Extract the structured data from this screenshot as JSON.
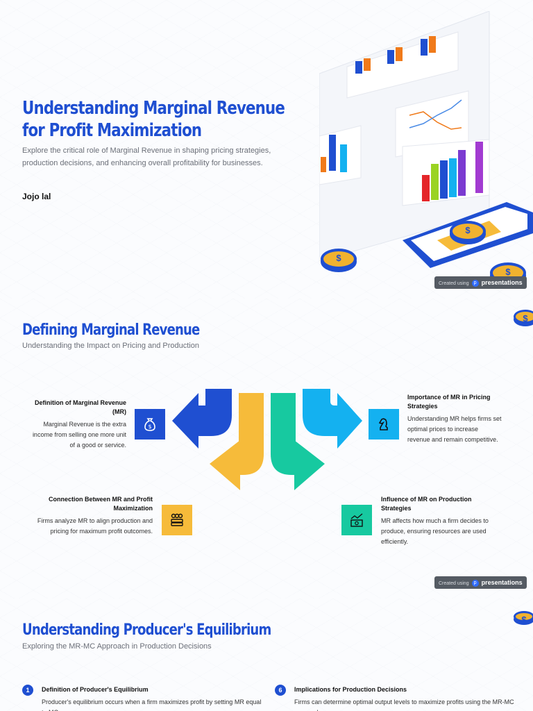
{
  "slide1": {
    "title": "Understanding Marginal Revenue for Profit Maximization",
    "subtitle": "Explore the critical role of Marginal Revenue in shaping pricing strategies, production decisions, and enhancing overall profitability for businesses.",
    "author": "Jojo lal",
    "badge_prefix": "Created using",
    "badge_brand": "presentations"
  },
  "slide2": {
    "title": "Defining Marginal Revenue",
    "subtitle": "Understanding the Impact on Pricing and Production",
    "cards": [
      {
        "title": "Definition of Marginal Revenue (MR)",
        "text": "Marginal Revenue is the extra income from selling one more unit of a good or service.",
        "icon": "money-bag-icon",
        "color": "#1f4fd1"
      },
      {
        "title": "Importance of MR in Pricing Strategies",
        "text": "Understanding MR helps firms set optimal prices to increase revenue and remain competitive.",
        "icon": "chess-knight-icon",
        "color": "#14b1f0"
      },
      {
        "title": "Connection Between MR and Profit Maximization",
        "text": "Firms analyze MR to align production and pricing for maximum profit outcomes.",
        "icon": "coin-stack-icon",
        "color": "#f6bb3a"
      },
      {
        "title": "Influence of MR on Production Strategies",
        "text": "MR affects how much a firm decides to produce, ensuring resources are used efficiently.",
        "icon": "growth-cash-icon",
        "color": "#17c9a0"
      }
    ],
    "badge_prefix": "Created using",
    "badge_brand": "presentations"
  },
  "slide3": {
    "title": "Understanding Producer's Equilibrium",
    "subtitle": "Exploring the MR-MC Approach in Production Decisions",
    "items": [
      {
        "number": "1",
        "title": "Definition of Producer's Equilibrium",
        "text": "Producer's equilibrium occurs when a firm maximizes profit by setting MR equal to MC."
      },
      {
        "number": "6",
        "title": "Implications for Production Decisions",
        "text": "Firms can determine optimal output levels to maximize profits using the MR-MC approach."
      }
    ]
  }
}
